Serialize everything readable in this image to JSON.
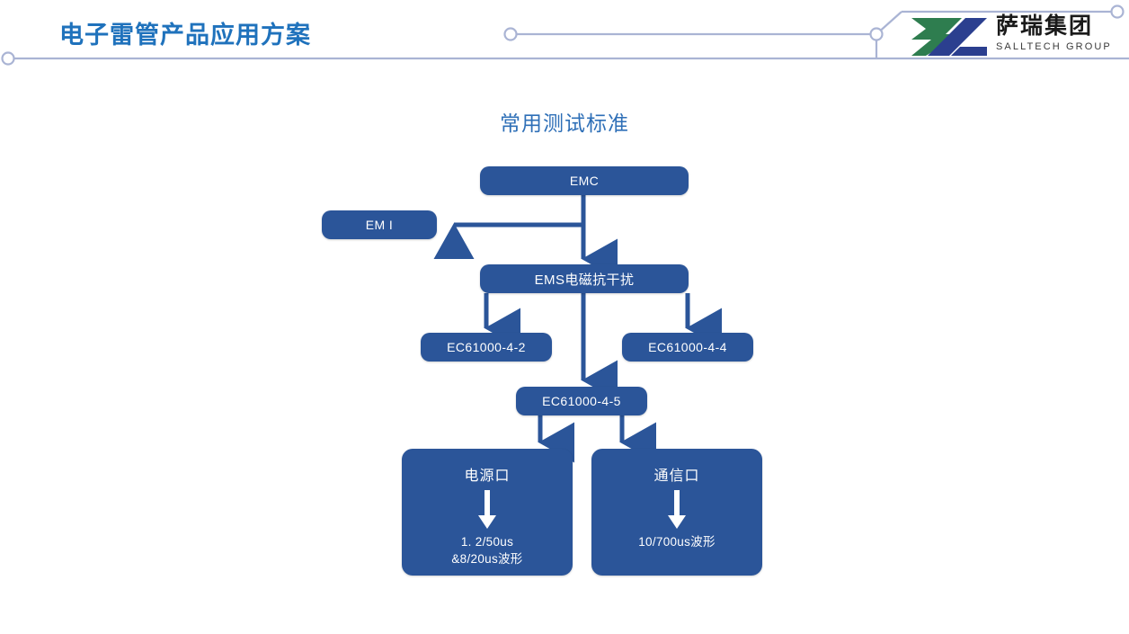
{
  "header": {
    "title": "电子雷管产品应用方案",
    "title_color": "#1F72BC",
    "deco_line_color": "#aab4d4",
    "logo": {
      "mark_green": "#2e7d4f",
      "mark_blue": "#2b3f8f",
      "name_cn": "萨瑞集团",
      "name_en": "SALLTECH GROUP"
    }
  },
  "slide": {
    "title": "常用测试标准",
    "title_color": "#2e6fb7",
    "node_fill": "#2b5599",
    "connector_color": "#2b5599"
  },
  "flow": {
    "nodes": {
      "emc": {
        "label": "EMC"
      },
      "emi": {
        "label": "EM I"
      },
      "ems": {
        "label": "EMS电磁抗干扰"
      },
      "iec442": {
        "label": "EC61000-4-2"
      },
      "iec444": {
        "label": "EC61000-4-4"
      },
      "iec445": {
        "label": "EC61000-4-5"
      },
      "power_port": {
        "title": "电源口",
        "arrow": "↓",
        "line1": "1. 2/50us",
        "line2": "&8/20us波形"
      },
      "comm_port": {
        "title": "通信口",
        "arrow": "↓",
        "line1": "10/700us波形"
      }
    },
    "edges": [
      {
        "from": "emc",
        "to": "emi",
        "name": "edge-emc-to-emi"
      },
      {
        "from": "emc",
        "to": "ems",
        "name": "edge-emc-to-ems"
      },
      {
        "from": "ems",
        "to": "iec442",
        "name": "edge-ems-to-iec61000-4-2"
      },
      {
        "from": "ems",
        "to": "iec444",
        "name": "edge-ems-to-iec61000-4-4"
      },
      {
        "from": "ems",
        "to": "iec445",
        "name": "edge-ems-to-iec61000-4-5"
      },
      {
        "from": "iec445",
        "to": "power_port",
        "name": "edge-iec61000-4-5-to-power-port"
      },
      {
        "from": "iec445",
        "to": "comm_port",
        "name": "edge-iec61000-4-5-to-comm-port"
      }
    ]
  }
}
